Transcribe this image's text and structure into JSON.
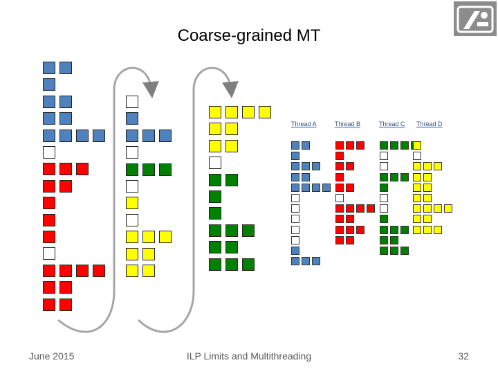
{
  "title": "Coarse-grained MT",
  "footer": {
    "date": "June 2015",
    "course": "ILP Limits and Multithreading",
    "page": "32"
  },
  "thread_labels": [
    "Thread A",
    "Thread B",
    "Thread C",
    "Thread D"
  ],
  "colors": {
    "A": "#4f81bd",
    "B": "#ff0000",
    "C": "#008000",
    "D": "#ffff00",
    "E": "#ffffff"
  },
  "pipelines": [
    {
      "id": "left",
      "rows": [
        "AA",
        "A",
        "AA",
        "AA",
        "AAAA",
        "E",
        "BBB",
        "BB",
        "B",
        "B",
        "B",
        "E",
        "BBBB",
        "BB",
        "BB"
      ]
    },
    {
      "id": "middle",
      "rows": [
        "E",
        "A",
        "AAA",
        "E",
        "CCC",
        "E",
        "D",
        "E",
        "DDD",
        "DD",
        "DD"
      ]
    },
    {
      "id": "right",
      "rows": [
        "DDDD",
        "DD",
        "DD",
        "E",
        "CC",
        "C",
        "C",
        "CCC",
        "CC",
        "CCC"
      ]
    }
  ],
  "threads": [
    {
      "rows": [
        "AA",
        "A",
        "AAA",
        "AA",
        "AAAA",
        "E",
        "E",
        "E",
        "E",
        "E",
        "A",
        "AAA"
      ]
    },
    {
      "rows": [
        "BBB",
        "B",
        "BB",
        "B",
        "BB",
        "E",
        "BBBB",
        "BB",
        "BBB",
        "BB"
      ]
    },
    {
      "rows": [
        "CCCC",
        "E",
        "E",
        "CCC",
        "C",
        "E",
        "E",
        "C",
        "CCC",
        "CC",
        "CCC"
      ]
    },
    {
      "rows": [
        "D",
        "E",
        "DDD",
        "DD",
        "DD",
        "DD",
        "DDDD",
        "DD",
        "DDD"
      ]
    }
  ]
}
